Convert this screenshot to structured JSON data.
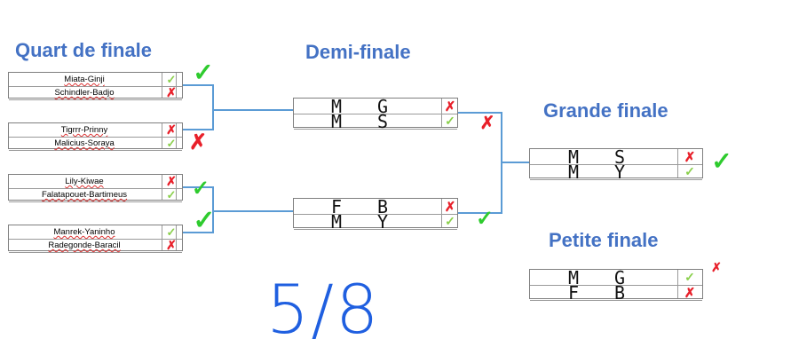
{
  "headings": {
    "quarter": "Quart de finale",
    "semi": "Demi-finale",
    "final": "Grande finale",
    "third": "Petite finale"
  },
  "quarterfinals": [
    {
      "top": "Miata-Ginji",
      "bottom": "Schindler-Badjo"
    },
    {
      "top": "Tigrrr-Prinny",
      "bottom": "Malicius-Soraya"
    },
    {
      "top": "Lily-Kiwae",
      "bottom": "Falatapouet-Bartimeus"
    },
    {
      "top": "Manrek-Yaninho",
      "bottom": "Radegonde-Baracil"
    }
  ],
  "semifinals": [
    {
      "top": "M G",
      "bottom": "M S"
    },
    {
      "top": "F B",
      "bottom": "M Y"
    }
  ],
  "final": {
    "top": "M S",
    "bottom": "M Y"
  },
  "third_place": {
    "top": "M G",
    "bottom": "F B"
  },
  "score": "5/8",
  "marks": {
    "x": "✗",
    "v": "✓"
  },
  "colors": {
    "heading": "#4472c4",
    "connector": "#5b9bd5",
    "cross": "#e8202a",
    "check": "#2ecb2e",
    "score": "#1f5fe0"
  }
}
